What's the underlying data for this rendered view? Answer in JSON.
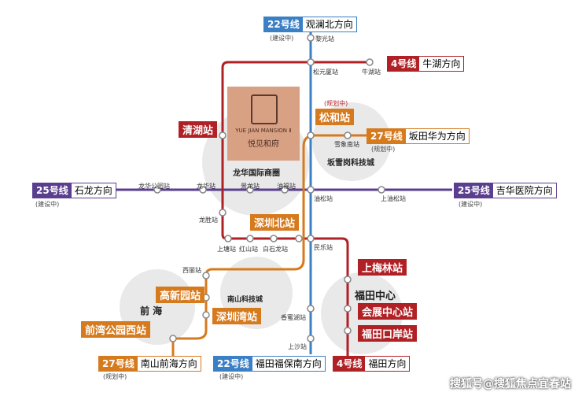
{
  "labels": {
    "l22n": {
      "num": "22号线",
      "dir": "观澜北方向",
      "note": "(建设中)"
    },
    "l4n": {
      "num": "4号线",
      "dir": "牛湖方向"
    },
    "l27ne": {
      "num": "27号线",
      "dir": "坂田华为方向",
      "note": "(规划中)"
    },
    "l25w": {
      "num": "25号线",
      "dir": "石龙方向",
      "note": "(建设中)"
    },
    "l25e": {
      "num": "25号线",
      "dir": "吉华医院方向",
      "note": "(建设中)"
    },
    "l27sw": {
      "num": "27号线",
      "dir": "南山前海方向",
      "note": "(规划中)"
    },
    "l22s": {
      "num": "22号线",
      "dir": "福田福保南方向",
      "note": "(建设中)"
    },
    "l4s": {
      "num": "4号线",
      "dir": "福田方向"
    }
  },
  "boxes": {
    "qinghu": "清湖站",
    "songhe": "松和站",
    "songhe_note": "(规划中)",
    "shenzhenbei": "深圳北站",
    "shangmeilin": "上梅林站",
    "huizhan": "会展中心站",
    "futiankouan": "福田口岸站",
    "gaoxinyuan": "高新园站",
    "shenzhenwan": "深圳湾站",
    "qianwan": "前湾公园西站"
  },
  "areas": {
    "longhua": "龙华国际商圈",
    "bantian": "坂雪岗科技城",
    "nanshan": "南山科技城",
    "qianhai": "前 海",
    "futian": "福田中心"
  },
  "stations": {
    "liguang": "黎光站",
    "songyuansha": "松元厦站",
    "niuhu": "牛湖站",
    "xuexiangnan": "雪象南站",
    "longhuagongyuan": "龙华公园站",
    "longhua": "龙华站",
    "jinglong": "景龙站",
    "youxiong": "油松站",
    "youxiongbei": "油福站",
    "shangyousong": "上油松站",
    "longsheng": "龙胜站",
    "shangtang": "上塘站",
    "hongshan": "红山站",
    "baishilong": "白石龙站",
    "minle": "民乐站",
    "xili": "西丽站",
    "xiangmihu": "香蜜湖站",
    "shangsha": "上沙站"
  },
  "logo": {
    "line1": "YUE JIAN MANSION Ⅱ",
    "line2": "悦见和府"
  },
  "watermark": "搜狐号@搜狐焦点宜春站",
  "colors": {
    "line4": "#b02126",
    "line22": "#3b7fc4",
    "line25": "#5b3f8f",
    "line27": "#d67a1e",
    "circle": "#e8e8e8"
  }
}
